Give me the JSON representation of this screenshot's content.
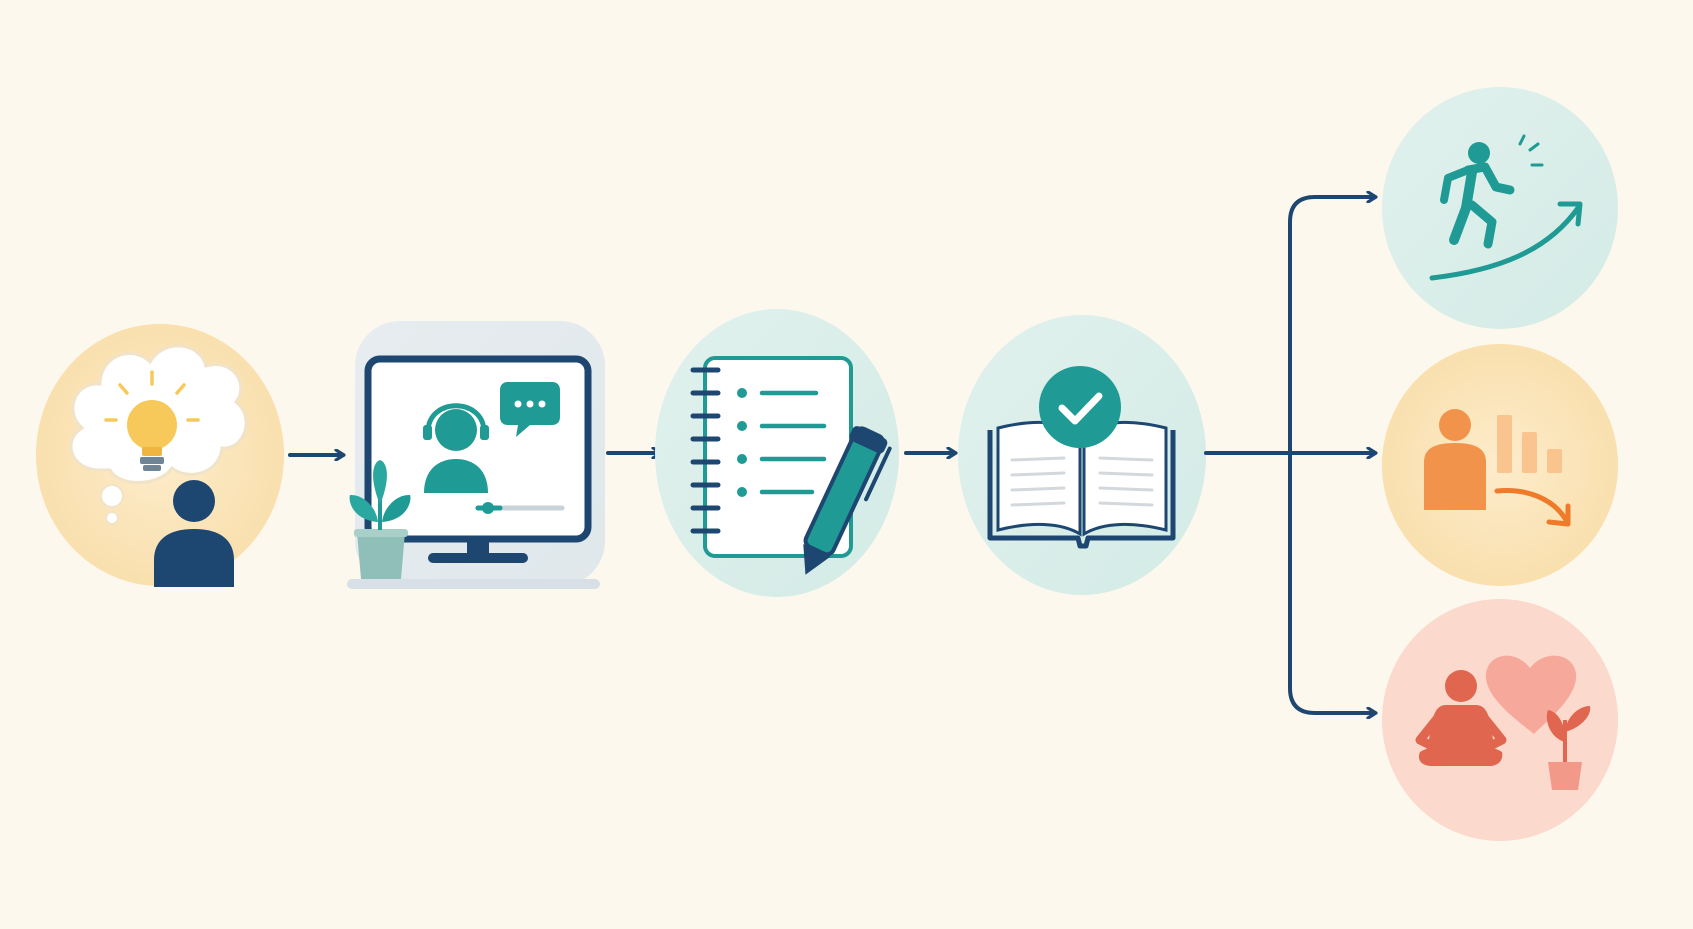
{
  "diagram": {
    "type": "process-flow",
    "steps": [
      {
        "id": "idea",
        "icon": "person-with-lightbulb-thought-icon"
      },
      {
        "id": "online-session",
        "icon": "monitor-video-call-headset-icon"
      },
      {
        "id": "notes",
        "icon": "notebook-checklist-with-pen-icon"
      },
      {
        "id": "learning-verified",
        "icon": "open-book-with-checkmark-icon"
      }
    ],
    "outcomes": [
      {
        "id": "progress",
        "icon": "walking-person-rising-arrow-icon"
      },
      {
        "id": "reduction",
        "icon": "person-decreasing-bars-icon"
      },
      {
        "id": "wellbeing",
        "icon": "meditating-person-heart-plant-icon"
      }
    ]
  },
  "colors": {
    "background": "#fdf8ee",
    "navy": "#1d4670",
    "teal": "#1f9a94",
    "teal_light": "#dcefec",
    "yellow": "#f7c85a",
    "yellow_light": "#fbe7c0",
    "orange": "#f2934c",
    "orange_light": "#fdeacb",
    "coral": "#e0664f",
    "coral_light": "#fbd9cc"
  }
}
